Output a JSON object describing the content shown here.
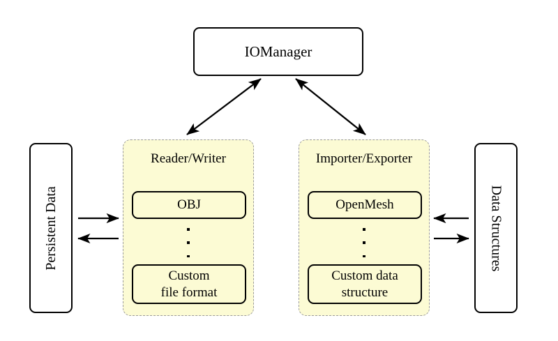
{
  "diagram": {
    "title_node": {
      "label": "IOManager"
    },
    "left_side_node": {
      "label": "Persistent Data"
    },
    "right_side_node": {
      "label": "Data Structures"
    },
    "groups": [
      {
        "id": "reader-writer",
        "title": "Reader/Writer",
        "top_item": "OBJ",
        "ellipsis": "⋮",
        "bottom_item_line1": "Custom",
        "bottom_item_line2": "file format"
      },
      {
        "id": "importer-exporter",
        "title": "Importer/Exporter",
        "top_item": "OpenMesh",
        "ellipsis": "⋮",
        "bottom_item_line1": "Custom data",
        "bottom_item_line2": "structure"
      }
    ],
    "connections": [
      {
        "name": "manager-to-readerwriter",
        "style": "double-headed-diagonal"
      },
      {
        "name": "manager-to-importerexporter",
        "style": "double-headed-diagonal"
      },
      {
        "name": "persistentdata-to-readerwriter",
        "style": "single-right"
      },
      {
        "name": "readerwriter-to-persistentdata",
        "style": "single-left"
      },
      {
        "name": "datastructures-to-importerexporter",
        "style": "single-left"
      },
      {
        "name": "importerexporter-to-datastructures",
        "style": "single-right"
      }
    ],
    "colors": {
      "group_fill": "#fcfbd4",
      "group_border": "#9a9a9a",
      "node_border": "#000000",
      "background": "#ffffff"
    }
  }
}
